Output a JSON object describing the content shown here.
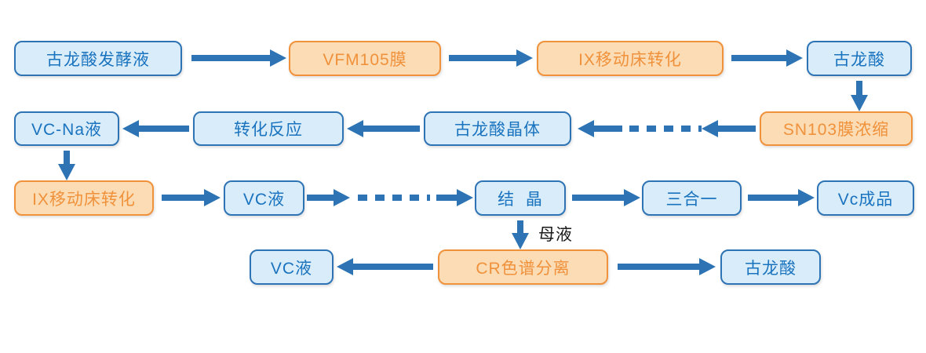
{
  "diagram": {
    "type": "flowchart",
    "nodes": {
      "fermentation_broth": "古龙酸发酵液",
      "vfm105_membrane": "VFM105膜",
      "ix_moving_bed_top": "IX移动床转化",
      "gulonic_acid_top": "古龙酸",
      "vc_na_solution": "VC-Na液",
      "conversion_reaction": "转化反应",
      "gulonic_acid_crystal": "古龙酸晶体",
      "sn103_membrane": "SN103膜浓缩",
      "ix_moving_bed_mid": "IX移动床转化",
      "vc_solution_mid": "VC液",
      "crystallization": "结  晶",
      "three_in_one": "三合一",
      "vc_product": "Vc成品",
      "vc_solution_bottom": "VC液",
      "cr_chromatography": "CR色谱分离",
      "gulonic_acid_bottom": "古龙酸"
    },
    "edge_labels": {
      "mother_liquor": "母液"
    },
    "colors": {
      "node_blue_fill": "#d8ecfa",
      "node_blue_border": "#2e74b5",
      "node_blue_text": "#1a73be",
      "node_orange_fill": "#fbdcb4",
      "node_orange_border": "#f0913b",
      "node_orange_text": "#f0913b",
      "arrow": "#2e74b5",
      "label_text": "#1a1a1a"
    }
  }
}
